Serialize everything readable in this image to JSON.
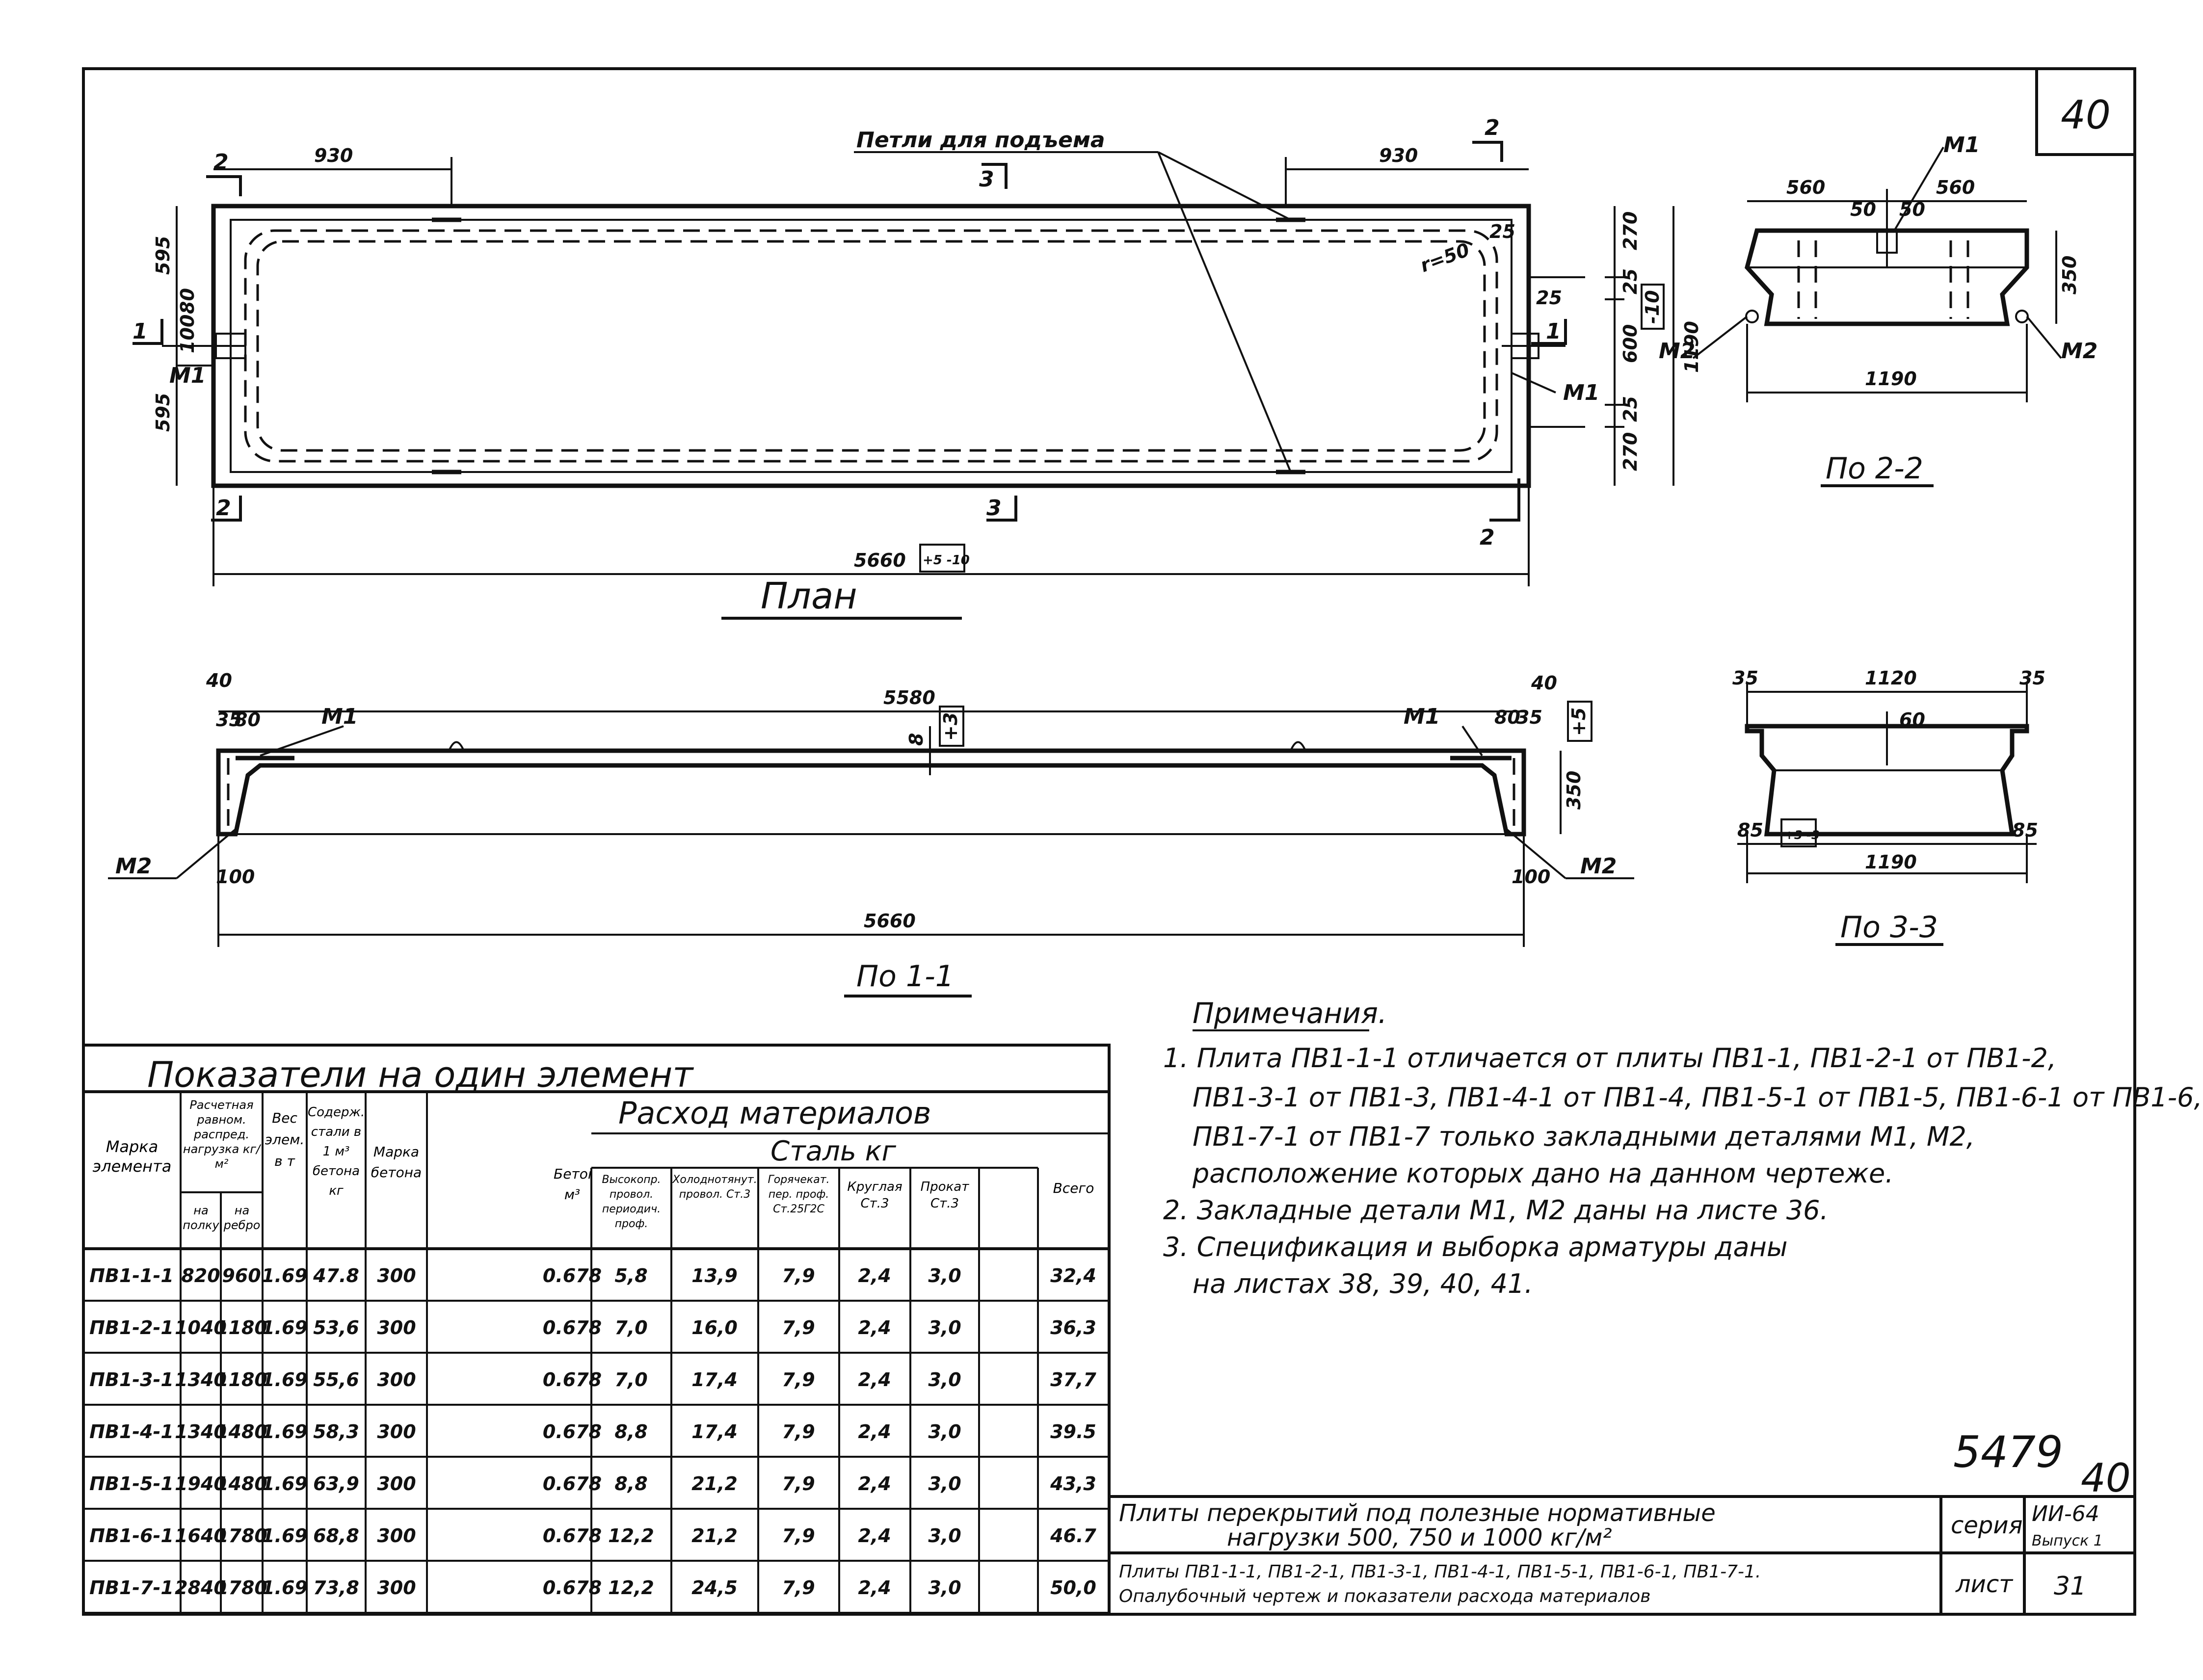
{
  "sheet_number": "40",
  "sheet_number_bottom": "40",
  "archive_number": "5479",
  "plan": {
    "title": "План",
    "lifting_loops_label": "Петли для подъема",
    "dim_930_left": "930",
    "dim_930_right": "930",
    "dim_595_top": "595",
    "dim_595_bottom": "595",
    "dim_length": "5660",
    "tol_length": "+5 -10",
    "dim_270_top": "270",
    "dim_25_a": "25",
    "dim_600": "600",
    "dim_25_b": "25",
    "dim_270_bottom": "270",
    "dim_1190": "1190",
    "tol_width": "-10",
    "radius": "r=50",
    "dim_25_corner": "25",
    "dim_80": "80",
    "dim_100": "100",
    "section_2": "2",
    "section_3": "3",
    "section_1": "1",
    "m1": "М1"
  },
  "section_1_1": {
    "title": "По 1-1",
    "dim_5580": "5580",
    "dim_5660": "5660",
    "dim_40_left": "40",
    "dim_40_right": "40",
    "dim_80_left": "80",
    "dim_80_right": "80",
    "dim_35_left": "35",
    "dim_35_right": "35",
    "dim_8": "8",
    "tol_height": "+3",
    "tol_right": "+5",
    "dim_350": "350",
    "dim_100_left": "100",
    "dim_100_right": "100",
    "m1": "М1",
    "m2": "М2"
  },
  "section_2_2": {
    "title": "По 2-2",
    "dim_560_left": "560",
    "dim_560_right": "560",
    "dim_50_a": "50",
    "dim_50_b": "50",
    "dim_350": "350",
    "dim_1190": "1190",
    "m1": "М1",
    "m2": "М2"
  },
  "section_3_3": {
    "title": "По 3-3",
    "dim_35_left": "35",
    "dim_35_right": "35",
    "dim_1120": "1120",
    "dim_60": "60",
    "dim_85_left": "85",
    "dim_85_right": "85",
    "tol": "+3 -3",
    "dim_1190": "1190"
  },
  "notes": {
    "title": "Примечания.",
    "items": [
      "1. Плита ПВ1-1-1 отличается от плиты ПВ1-1, ПВ1-2-1 от ПВ1-2,",
      "ПВ1-3-1 от ПВ1-3, ПВ1-4-1 от ПВ1-4, ПВ1-5-1 от ПВ1-5, ПВ1-6-1 от ПВ1-6,",
      "ПВ1-7-1 от ПВ1-7 только закладными деталями М1, М2,",
      "расположение которых дано на данном чертеже.",
      "2. Закладные детали М1, М2 даны на листе 36.",
      "3. Спецификация и выборка арматуры даны",
      "на листах 38, 39, 40, 41."
    ]
  },
  "table": {
    "title": "Показатели на один элемент",
    "materials_header": "Расход материалов",
    "steel_header": "Сталь кг",
    "headers": {
      "mark": "Марка элемента",
      "load": "Расчетная равном. распред. нагрузка кг/м²",
      "load_shelf": "на полку",
      "load_rib": "на ребро",
      "weight": "Вес элем. в т",
      "steel_content": "Содерж. стали в 1 м³ бетона кг",
      "concrete_grade": "Марка бетона",
      "concrete": "Бетон м³",
      "high_strength": "Высокопр. провол. периодич. проф.",
      "cold_drawn": "Холоднотянут. провол. Ст.3",
      "hot_rolled": "Горячекат. пер. проф. Ст.25Г2С",
      "round": "Круглая Ст.3",
      "rolled": "Прокат Ст.3",
      "total": "Всего"
    },
    "rows": [
      [
        "ПВ1-1-1",
        "820",
        "960",
        "1.69",
        "47.8",
        "300",
        "0.678",
        "5,8",
        "13,9",
        "7,9",
        "2,4",
        "3,0",
        "32,4"
      ],
      [
        "ПВ1-2-1",
        "1040",
        "1180",
        "1.69",
        "53,6",
        "300",
        "0.678",
        "7,0",
        "16,0",
        "7,9",
        "2,4",
        "3,0",
        "36,3"
      ],
      [
        "ПВ1-3-1",
        "1340",
        "1180",
        "1.69",
        "55,6",
        "300",
        "0.678",
        "7,0",
        "17,4",
        "7,9",
        "2,4",
        "3,0",
        "37,7"
      ],
      [
        "ПВ1-4-1",
        "1340",
        "1480",
        "1.69",
        "58,3",
        "300",
        "0.678",
        "8,8",
        "17,4",
        "7,9",
        "2,4",
        "3,0",
        "39.5"
      ],
      [
        "ПВ1-5-1",
        "1940",
        "1480",
        "1.69",
        "63,9",
        "300",
        "0.678",
        "8,8",
        "21,2",
        "7,9",
        "2,4",
        "3,0",
        "43,3"
      ],
      [
        "ПВ1-6-1",
        "1640",
        "1780",
        "1.69",
        "68,8",
        "300",
        "0.678",
        "12,2",
        "21,2",
        "7,9",
        "2,4",
        "3,0",
        "46.7"
      ],
      [
        "ПВ1-7-1",
        "2840",
        "1780",
        "1.69",
        "73,8",
        "300",
        "0.678",
        "12,2",
        "24,5",
        "7,9",
        "2,4",
        "3,0",
        "50,0"
      ]
    ]
  },
  "title_block": {
    "line1": "Плиты перекрытий под полезные нормативные",
    "line2": "нагрузки 500, 750 и 1000 кг/м²",
    "line3": "Плиты ПВ1-1-1, ПВ1-2-1, ПВ1-3-1, ПВ1-4-1, ПВ1-5-1, ПВ1-6-1, ПВ1-7-1.",
    "line4": "Опалубочный чертеж и показатели расхода материалов",
    "series_label": "серия",
    "series_value": "ИИ-64",
    "issue": "Выпуск 1",
    "sheet_label": "лист",
    "sheet_value": "31"
  }
}
